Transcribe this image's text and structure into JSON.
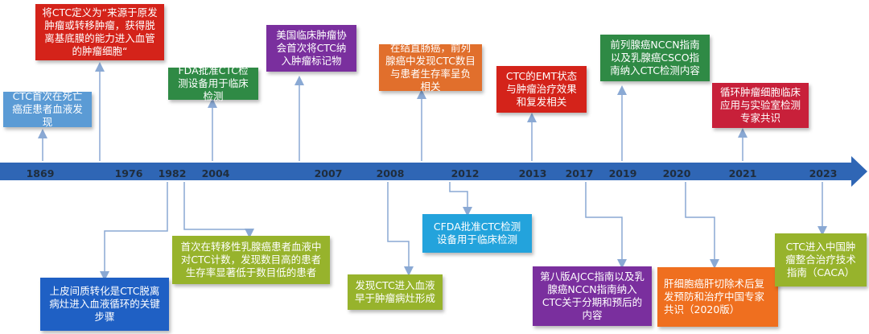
{
  "colors": {
    "axis": "#2f66b5",
    "connector": "#8aa9d4",
    "ltblue": "#5b9bd5",
    "red": "#d4231a",
    "green": "#2f8a45",
    "purple": "#7a2f9e",
    "orange": "#e16f2c",
    "crimson": "#c8203a",
    "olive": "#97b32c",
    "cyan": "#23a3dc",
    "blue": "#1f60c4",
    "orange2": "#ef6f1f"
  },
  "timeline": {
    "years": [
      "1869",
      "1976",
      "1982",
      "2004",
      "2007",
      "2008",
      "2012",
      "2013",
      "2017",
      "2019",
      "2020",
      "2021",
      "2023"
    ]
  },
  "events": {
    "e1869": "CTC首次在死亡癌症患者血液发现",
    "e1976": "将CTC定义为“来源于原发肿瘤或转移肿瘤，获得脱离基底膜的能力进入血管的肿瘤细胞“",
    "e1982": "上皮间质转化是CTC脱离病灶进入血液循环的关键步骤",
    "e2004a": "FDA批准CTC检测设备用于临床检测",
    "e2004b": "首次在转移性乳腺癌患者血液中对CTC计数，发现数目高的患者生存率显著低于数目低的患者",
    "e2007": "美国临床肿瘤协会首次将CTC纳入肿瘤标记物",
    "e2008a": "在结直肠癌，前列腺癌中发现CTC数目与患者生存率呈负相关",
    "e2008b": "发现CTC进入血液早于肿瘤病灶形成",
    "e2012": "CFDA批准CTC检测设备用于临床检测",
    "e2013": "CTC的EMT状态与肿瘤治疗效果和复发相关",
    "e2017": "第八版AJCC指南以及乳腺癌NCCN指南纳入CTC关于分期和预后的内容",
    "e2019": "前列腺癌NCCN指南以及乳腺癌CSCO指南纳入CTC检测内容",
    "e2020": "肝细胞癌肝切除术后复发预防和治疗中国专家共识（2020版）",
    "e2021": "循环肿瘤细胞临床应用与实验室检测专家共识",
    "e2023": "CTC进入中国肿瘤整合治疗技术指南（CACA）"
  }
}
